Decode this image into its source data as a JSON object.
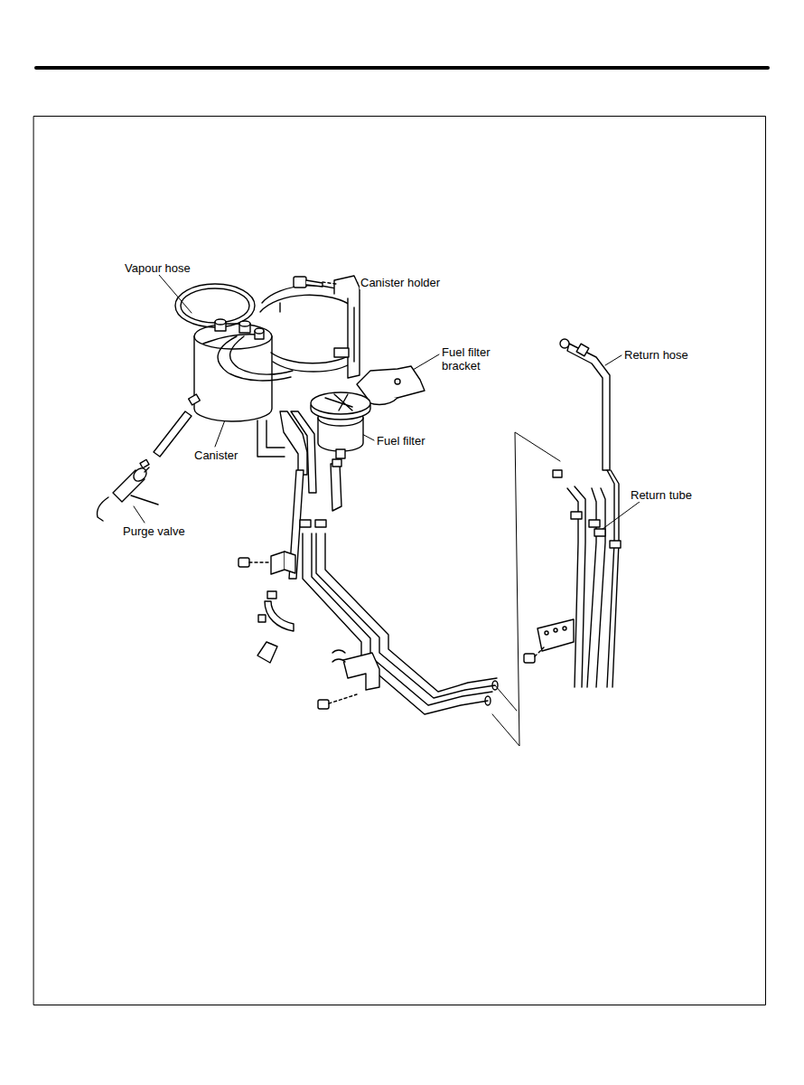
{
  "diagram": {
    "labels": [
      "Vapour hose",
      "Canister holder",
      "Fuel filter bracket",
      "Return hose",
      "Fuel filter",
      "Canister",
      "Return tube",
      "Purge valve"
    ]
  }
}
